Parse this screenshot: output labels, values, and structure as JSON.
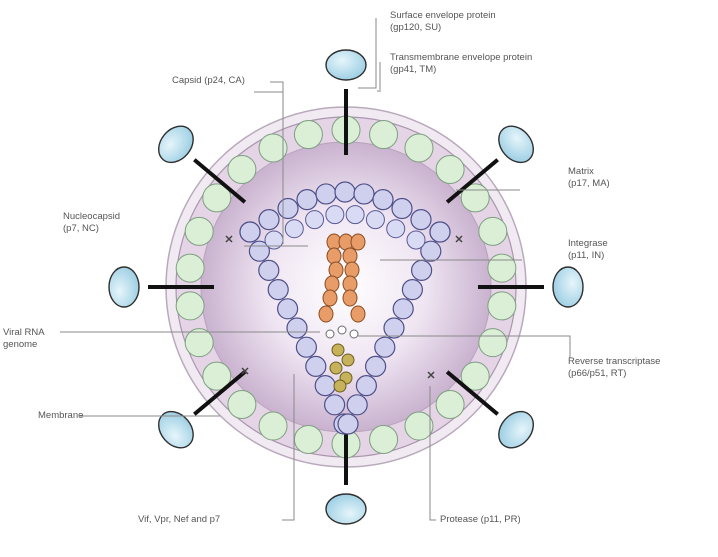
{
  "labels": {
    "surface_envelope_protein": "Surface envelope protein\n(gp120, SU)",
    "transmembrane_envelope_protein": "Transmembrane envelope protein\n(gp41, TM)",
    "capsid": "Capsid (p24, CA)",
    "matrix": "Matrix\n(p17, MA)",
    "nucleocapsid": "Nucleocapsid\n(p7, NC)",
    "integrase": "Integrase\n(p11, IN)",
    "viral_rna_genome": "Viral RNA\ngenome",
    "reverse_transcriptase": "Reverse transcriptase\n(p66/p51, RT)",
    "membrane": "Membrane",
    "vif_vpr_nef_p7": "Vif, Vpr, Nef and p7",
    "protease": "Protease (p11, PR)"
  },
  "colors": {
    "envelope_spike": "#b9e0ee",
    "matrix_bead": "#dbefd7",
    "capsid_bead": "#cfd0ee",
    "core_fill": "#d8c8de",
    "integrase": "#e89c67",
    "reverse_transcriptase": "#c6b25a"
  }
}
